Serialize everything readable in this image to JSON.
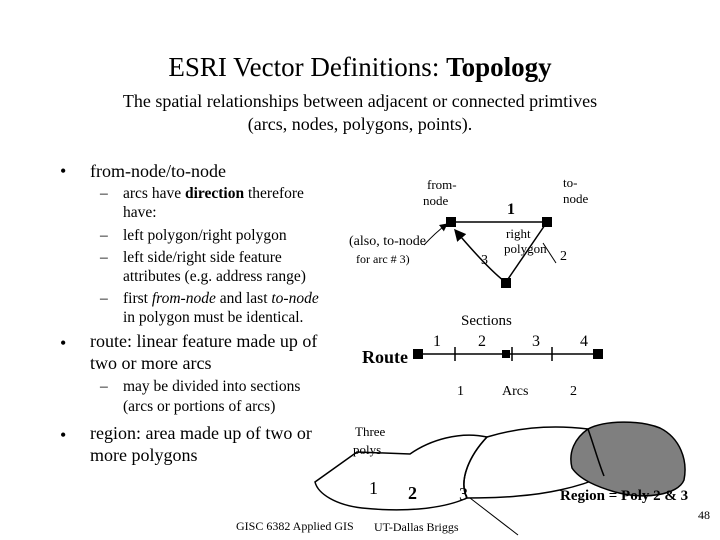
{
  "title": {
    "lead": "ESRI  Vector Definitions: ",
    "bold": "Topology"
  },
  "subtitle": {
    "line1": "The spatial relationships between adjacent or connected primtives",
    "line2": "(arcs, nodes, polygons, points)."
  },
  "bullets": {
    "b1": "from-node/to-node",
    "b1_subs": {
      "s1a": "arcs have ",
      "s1b": "direction",
      "s1c": " therefore",
      "s1d": "have:",
      "s2": "left polygon/right polygon",
      "s3a": "left side/right side feature",
      "s3b": "attributes (e.g.  address range)",
      "s4a": "first ",
      "s4b": "from-node",
      "s4c": " and last ",
      "s4d": "to-node",
      "s4e": "in polygon must be identical."
    },
    "b2a": "route: linear feature made up of",
    "b2b": "two or more arcs",
    "b2_subs": {
      "s1a": "may be divided into sections",
      "s1b": "(arcs or portions of arcs)"
    },
    "b3a": "region: area made up of two or",
    "b3b": "more polygons"
  },
  "diagram1": {
    "from_node_1": "from-",
    "from_node_2": "node",
    "to_node_1": "to-",
    "to_node_2": "node",
    "arc_1": "1",
    "right_polygon_1": "right",
    "right_polygon_2": "polygon",
    "poly_2": "2",
    "arc_3": "3",
    "also_1": "(also, to-node",
    "also_2": "for arc # 3)"
  },
  "diagram2": {
    "sections": "Sections",
    "route": "Route",
    "n1": "1",
    "n2": "2",
    "n3": "3",
    "n4": "4",
    "arcs_1": "1",
    "arcs_label": "Arcs",
    "arcs_2": "2"
  },
  "diagram3": {
    "three_polys_1": "Three",
    "three_polys_2": "polys",
    "p1": "1",
    "p2": "2",
    "p3": "3",
    "region": "Region = Poly 2 & 3"
  },
  "footer": {
    "left": "GISC 6382 Applied GIS",
    "center": "UT-Dallas  Briggs",
    "page": "48"
  }
}
